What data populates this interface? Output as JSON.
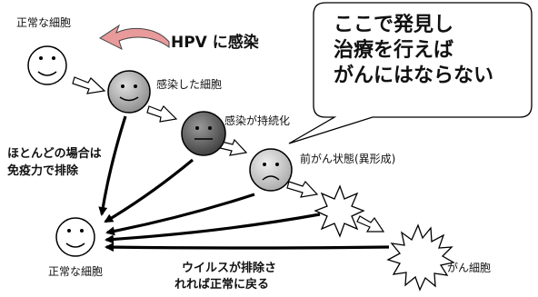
{
  "labels": {
    "normal_cell_top": "正常な細胞",
    "hpv_infection": "HPV に感染",
    "infected_cell": "感染した細胞",
    "persistent_infection": "感染が持続化",
    "precancer": "前がん状態(異形成)",
    "cancer_cell": "がん細胞",
    "normal_cell_bottom": "正常な細胞",
    "immunity_line1": "ほとんどの場合は",
    "immunity_line2": "免疫力で排除",
    "virus_line1": "ウイルスが排除さ",
    "virus_line2": "れれば正常に戻る"
  },
  "callout": {
    "line1": "ここで発見し",
    "line2": "治療を行えば",
    "line3": "がんにはならない"
  },
  "colors": {
    "infected_fill": "#9c9c9c",
    "persistent_fill": "#555555",
    "precancer_fill": "#b8b8b8",
    "hpv_arrow": "#e99a9a",
    "stroke": "#000000"
  }
}
